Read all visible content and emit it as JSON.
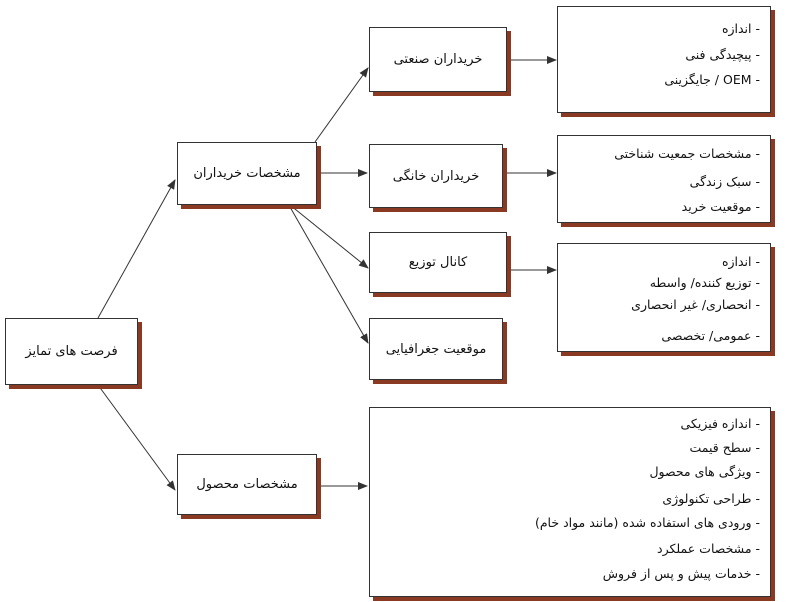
{
  "nodes": {
    "root": "فرصت های تمایز",
    "buyers": "مشخصات خریداران",
    "product": "مشخصات محصول",
    "industrial": "خریداران صنعتی",
    "household": "خریداران خانگی",
    "channel": "کانال توزیع",
    "geo": "موقعیت جغرافیایی"
  },
  "lists": {
    "industrial": [
      "- اندازه",
      "- پیچیدگی فنی",
      "- OEM / جایگزینی"
    ],
    "household": [
      "- مشخصات جمعیت شناختی",
      "- سبک زندگی",
      "- موقعیت خرید"
    ],
    "channel": [
      "- اندازه",
      "- توزیع کننده/ واسطه",
      "- انحصاری/ غیر انحصاری",
      "- عمومی/ تخصصی"
    ],
    "product": [
      "- اندازه فیزیکی",
      "- سطح قیمت",
      "- ویژگی های محصول",
      "- طراحی تکنولوژی",
      "- ورودی های استفاده شده (مانند مواد خام)",
      "- مشخصات عملکرد",
      "- خدمات پیش و پس از فروش"
    ]
  },
  "colors": {
    "shadow": "#8a3a22",
    "line": "#333333"
  }
}
